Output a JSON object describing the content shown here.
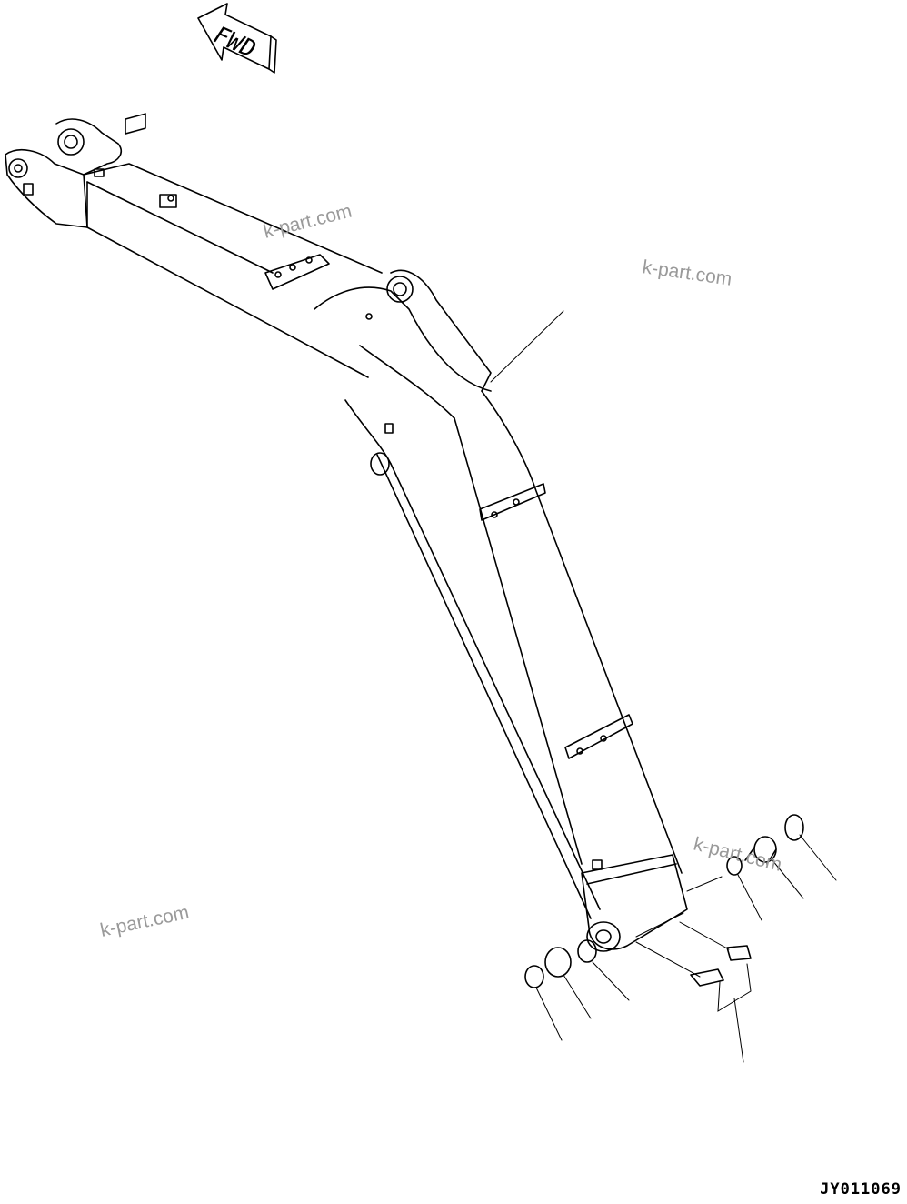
{
  "direction_label": "FWD",
  "watermarks": [
    "k-part.com",
    "k-part.com",
    "k-part.com",
    "k-part.com"
  ],
  "drawing_code": "JY011069"
}
